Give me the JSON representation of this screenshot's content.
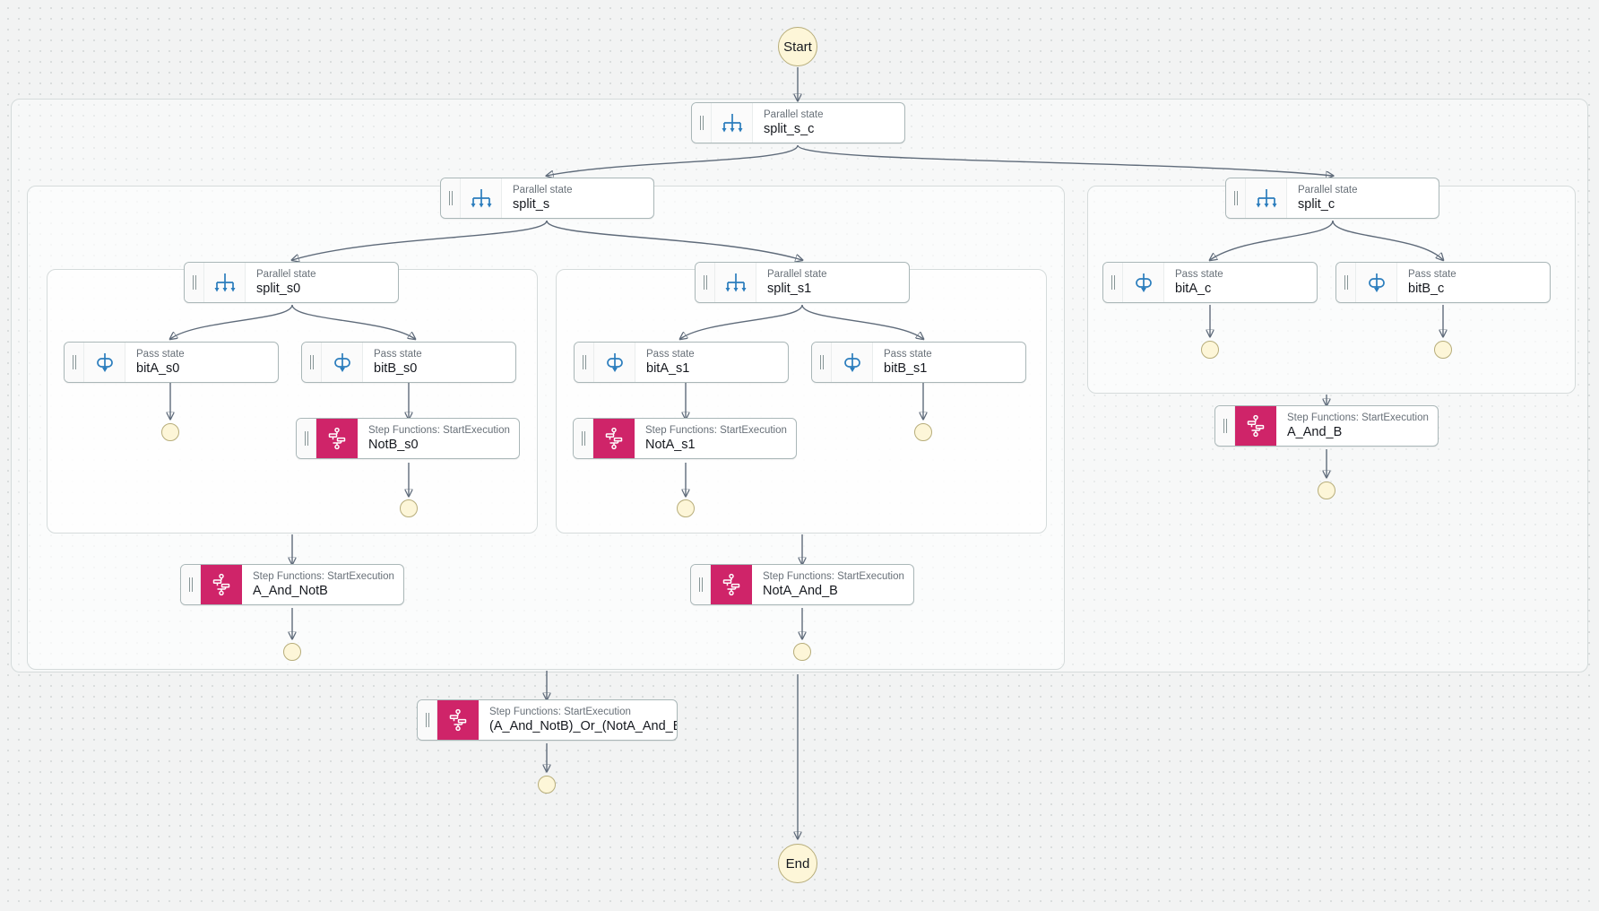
{
  "canvas": {
    "background": "#f2f3f3",
    "grid": "dotted",
    "accent_parallel": "#2b7dbd",
    "accent_sfn": "#cf2469",
    "terminal_fill": "#fdf6d8",
    "edge_color": "#5f6b7a"
  },
  "terminals": {
    "start": "Start",
    "end": "End"
  },
  "kinds": {
    "parallel": "Parallel state",
    "pass": "Pass state",
    "sfn": "Step Functions: StartExecution"
  },
  "nodes": [
    {
      "id": "split_s_c",
      "kind": "Parallel state",
      "name": "split_s_c",
      "type": "parallel"
    },
    {
      "id": "split_s",
      "kind": "Parallel state",
      "name": "split_s",
      "type": "parallel"
    },
    {
      "id": "split_c",
      "kind": "Parallel state",
      "name": "split_c",
      "type": "parallel"
    },
    {
      "id": "split_s0",
      "kind": "Parallel state",
      "name": "split_s0",
      "type": "parallel"
    },
    {
      "id": "split_s1",
      "kind": "Parallel state",
      "name": "split_s1",
      "type": "parallel"
    },
    {
      "id": "bitA_s0",
      "kind": "Pass state",
      "name": "bitA_s0",
      "type": "pass"
    },
    {
      "id": "bitB_s0",
      "kind": "Pass state",
      "name": "bitB_s0",
      "type": "pass"
    },
    {
      "id": "bitA_s1",
      "kind": "Pass state",
      "name": "bitA_s1",
      "type": "pass"
    },
    {
      "id": "bitB_s1",
      "kind": "Pass state",
      "name": "bitB_s1",
      "type": "pass"
    },
    {
      "id": "bitA_c",
      "kind": "Pass state",
      "name": "bitA_c",
      "type": "pass"
    },
    {
      "id": "bitB_c",
      "kind": "Pass state",
      "name": "bitB_c",
      "type": "pass"
    },
    {
      "id": "NotB_s0",
      "kind": "Step Functions: StartExecution",
      "name": "NotB_s0",
      "type": "sfn"
    },
    {
      "id": "NotA_s1",
      "kind": "Step Functions: StartExecution",
      "name": "NotA_s1",
      "type": "sfn"
    },
    {
      "id": "A_And_NotB",
      "kind": "Step Functions: StartExecution",
      "name": "A_And_NotB",
      "type": "sfn"
    },
    {
      "id": "NotA_And_B",
      "kind": "Step Functions: StartExecution",
      "name": "NotA_And_B",
      "type": "sfn"
    },
    {
      "id": "A_And_B",
      "kind": "Step Functions: StartExecution",
      "name": "A_And_B",
      "type": "sfn"
    },
    {
      "id": "final",
      "kind": "Step Functions: StartExecution",
      "name": "(A_And_NotB)_Or_(NotA_And_B)",
      "type": "sfn"
    }
  ],
  "icons": {
    "parallel": "parallel-branch-icon",
    "pass": "pass-through-icon",
    "sfn": "step-functions-icon",
    "grip": "drag-handle-icon"
  }
}
